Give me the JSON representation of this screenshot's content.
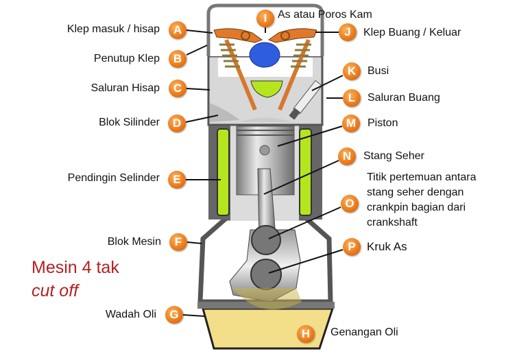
{
  "title": {
    "line1": "Mesin 4 tak",
    "line2": "cut off"
  },
  "parts": [
    {
      "letter": "A",
      "label": "Klep masuk / hisap"
    },
    {
      "letter": "B",
      "label": "Penutup Klep"
    },
    {
      "letter": "C",
      "label": "Saluran Hisap"
    },
    {
      "letter": "D",
      "label": "Blok Silinder"
    },
    {
      "letter": "E",
      "label": "Pendingin Selinder"
    },
    {
      "letter": "F",
      "label": "Blok Mesin"
    },
    {
      "letter": "G",
      "label": "Wadah Oli"
    },
    {
      "letter": "H",
      "label": "Genangan Oli"
    },
    {
      "letter": "I",
      "label": "As atau Poros Kam"
    },
    {
      "letter": "J",
      "label": "Klep Buang  / Keluar"
    },
    {
      "letter": "K",
      "label": "Busi"
    },
    {
      "letter": "L",
      "label": "Saluran Buang"
    },
    {
      "letter": "M",
      "label": "Piston"
    },
    {
      "letter": "N",
      "label": "Stang Seher"
    },
    {
      "letter": "O",
      "label_lines": [
        "Titik pertemuan antara",
        "stang seher dengan",
        "crankpin bagian dari",
        "crankshaft"
      ]
    },
    {
      "letter": "P",
      "label": "Kruk As"
    }
  ],
  "colors": {
    "badge": "#e8781a",
    "coolant": "#b5e61d",
    "oil": "#f3de8a",
    "cam": "#2f5de0",
    "rocker": "#e07a2a",
    "title": "#b52020"
  }
}
